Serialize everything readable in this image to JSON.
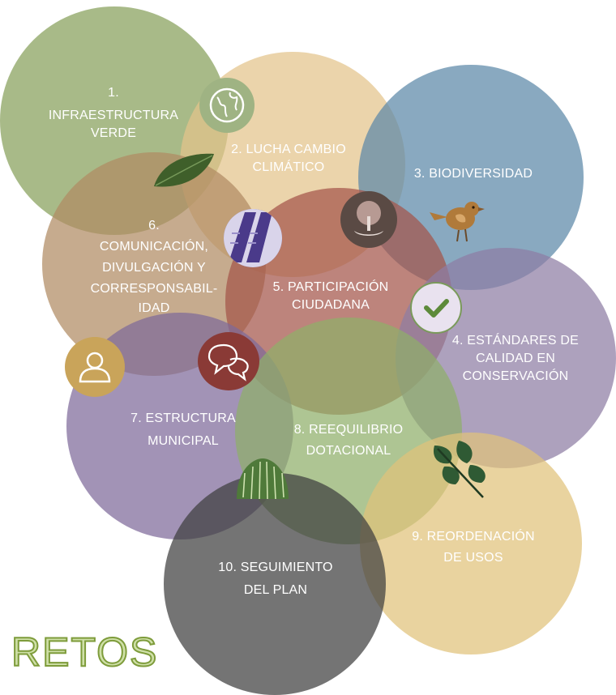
{
  "title": "RETOS",
  "challenges": [
    {
      "lines": [
        "1.",
        "INFRAESTRUCTURA",
        "VERDE"
      ],
      "color": "#86a05a"
    },
    {
      "lines": [
        "2. LUCHA CAMBIO",
        "CLIMÁTICO"
      ],
      "color": "#e3c48a"
    },
    {
      "lines": [
        "3. BIODIVERSIDAD"
      ],
      "color": "#5c88a8"
    },
    {
      "lines": [
        "4. ESTÁNDARES DE",
        "CALIDAD EN",
        "CONSERVACIÓN"
      ],
      "color": "#8e7da4"
    },
    {
      "lines": [
        "5. PARTICIPACIÓN",
        "CIUDADANA"
      ],
      "color": "#a4544a"
    },
    {
      "lines": [
        "6.",
        "COMUNICACIÓN,",
        "DIVULGACIÓN Y",
        "CORRESPONSABIL-",
        "IDAD"
      ],
      "color": "#b08a62"
    },
    {
      "lines": [
        "7. ESTRUCTURA",
        "MUNICIPAL"
      ],
      "color": "#7e6a9a"
    },
    {
      "lines": [
        "8. REEQUILIBRIO",
        "DOTACIONAL"
      ],
      "color": "#8fae6a"
    },
    {
      "lines": [
        "9. REORDENACIÓN",
        "DE USOS"
      ],
      "color": "#e0c27a"
    },
    {
      "lines": [
        "10. SEGUIMIENTO",
        "DEL PLAN"
      ],
      "color": "#3e3e3e"
    }
  ],
  "icons": [
    {
      "name": "globe-icon",
      "color": "#86a05a"
    },
    {
      "name": "leaf-icon",
      "color": "#3f5f2a"
    },
    {
      "name": "tree-hand-icon",
      "color": "#5a4a44"
    },
    {
      "name": "bird-icon",
      "color": "#b07a3a"
    },
    {
      "name": "solar-panels-icon",
      "color": "#6a5aa0"
    },
    {
      "name": "checkmark-icon",
      "color": "#5d8a3a"
    },
    {
      "name": "user-icon",
      "color": "#c9a45a"
    },
    {
      "name": "speech-bubbles-icon",
      "color": "#8a3a36"
    },
    {
      "name": "plant-leaf-icon",
      "color": "#2f5a34"
    },
    {
      "name": "willow-tree-icon",
      "color": "#4f7a3a"
    }
  ]
}
